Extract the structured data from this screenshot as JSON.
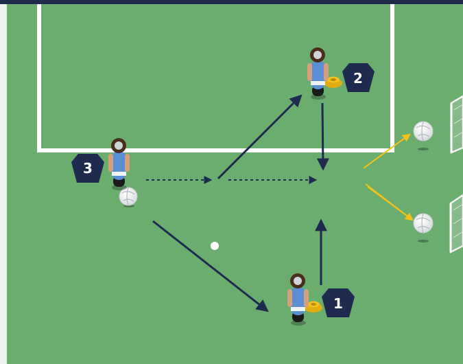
{
  "diagram": {
    "colors": {
      "pitch": "#6aad6e",
      "line": "#ffffff",
      "top_bar": "#1e2a4a",
      "arrow": "#1f2b4e",
      "pass_arrow": "#f2c21a",
      "cone": "#f2c21a",
      "badge": "#1f2b4e",
      "shirt": "#5b8fd4"
    },
    "players": [
      {
        "number": "1"
      },
      {
        "number": "2"
      },
      {
        "number": "3"
      }
    ]
  }
}
